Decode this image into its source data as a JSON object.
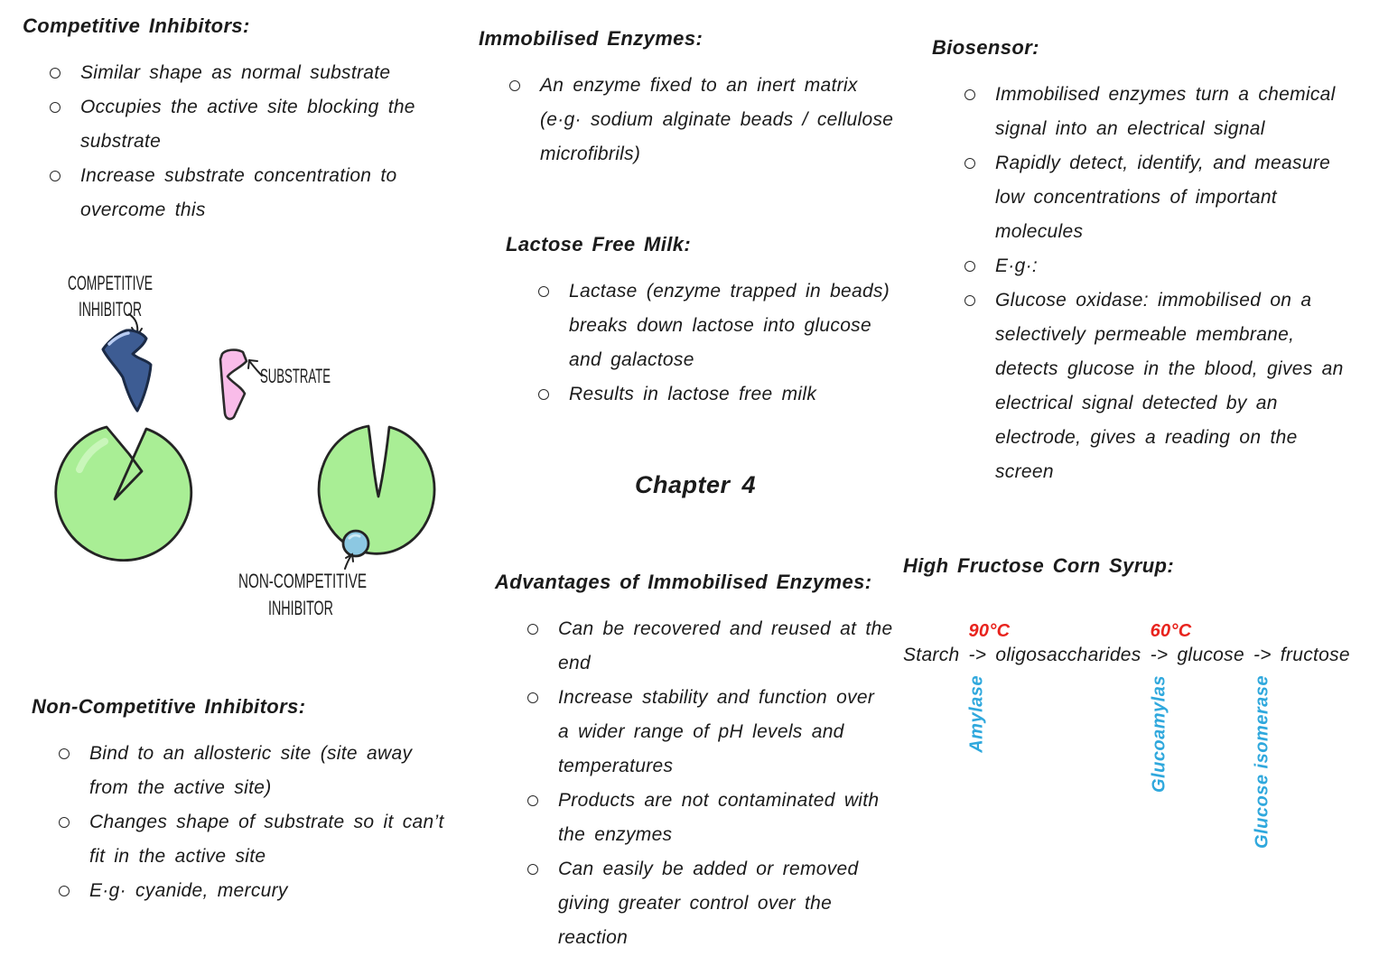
{
  "colors": {
    "text": "#1b1b1b",
    "temp_red": "#e8231d",
    "enzyme_label_cyan": "#2fa8dd",
    "enzyme_green": "#a9ee95",
    "competitive_inhibitor_blue": "#3d5c93",
    "substrate_pink": "#f9bce9",
    "non_competitive_dot_blue": "#8cc8e2"
  },
  "left_column": {
    "competitive": {
      "heading": "Competitive Inhibitors:",
      "bullets": [
        "Similar shape as normal substrate",
        "Occupies the active site blocking the substrate",
        "Increase substrate concentration to overcome this"
      ]
    },
    "non_competitive": {
      "heading": "Non-Competitive Inhibitors:",
      "bullets": [
        "Bind to an allosteric site (site away from the active site)",
        "Changes shape of substrate so it can’t fit in the active site",
        "E·g· cyanide, mercury"
      ]
    }
  },
  "diagram": {
    "competitive_label_line1": "COMPETITIVE",
    "competitive_label_line2": "INHIBITOR",
    "substrate_label": "SUBSTRATE",
    "non_competitive_label_line1": "NON-COMPETITIVE",
    "non_competitive_label_line2": "INHIBITOR"
  },
  "middle_column": {
    "immobilised": {
      "heading": "Immobilised Enzymes:",
      "bullets": [
        "An enzyme fixed to an inert matrix (e·g· sodium alginate beads / cellulose microfibrils)"
      ]
    },
    "lactose": {
      "heading": "Lactose Free Milk:",
      "bullets": [
        "Lactase (enzyme trapped in beads) breaks down lactose into glucose and galactose",
        "Results in lactose free milk"
      ]
    },
    "chapter_title": "Chapter 4",
    "advantages": {
      "heading": "Advantages of Immobilised Enzymes:",
      "bullets": [
        "Can be recovered and reused at the end",
        "Increase stability and function over a wider range of pH levels and temperatures",
        "Products are not contaminated with the enzymes",
        "Can easily be added or removed giving greater control over the reaction"
      ]
    }
  },
  "right_column": {
    "biosensor": {
      "heading": "Biosensor:",
      "bullets": [
        "Immobilised enzymes turn a chemical signal into an electrical signal",
        "Rapidly detect, identify, and measure low concentrations of important molecules",
        "E·g·:",
        "Glucose oxidase: immobilised on a selectively permeable membrane, detects glucose in the blood, gives an electrical signal detected by an electrode, gives a reading on the screen"
      ]
    },
    "hfcs": {
      "heading": "High Fructose Corn Syrup:",
      "chain": {
        "item1": "Starch",
        "arrow": "->",
        "temp1": "90°C",
        "enzyme1": "Amylase",
        "item2": "oligosaccharides",
        "temp2": "60°C",
        "enzyme2": "Glucoamylas",
        "item3": "glucose",
        "enzyme3": "Glucose isomerase",
        "item4": "fructose"
      }
    }
  }
}
